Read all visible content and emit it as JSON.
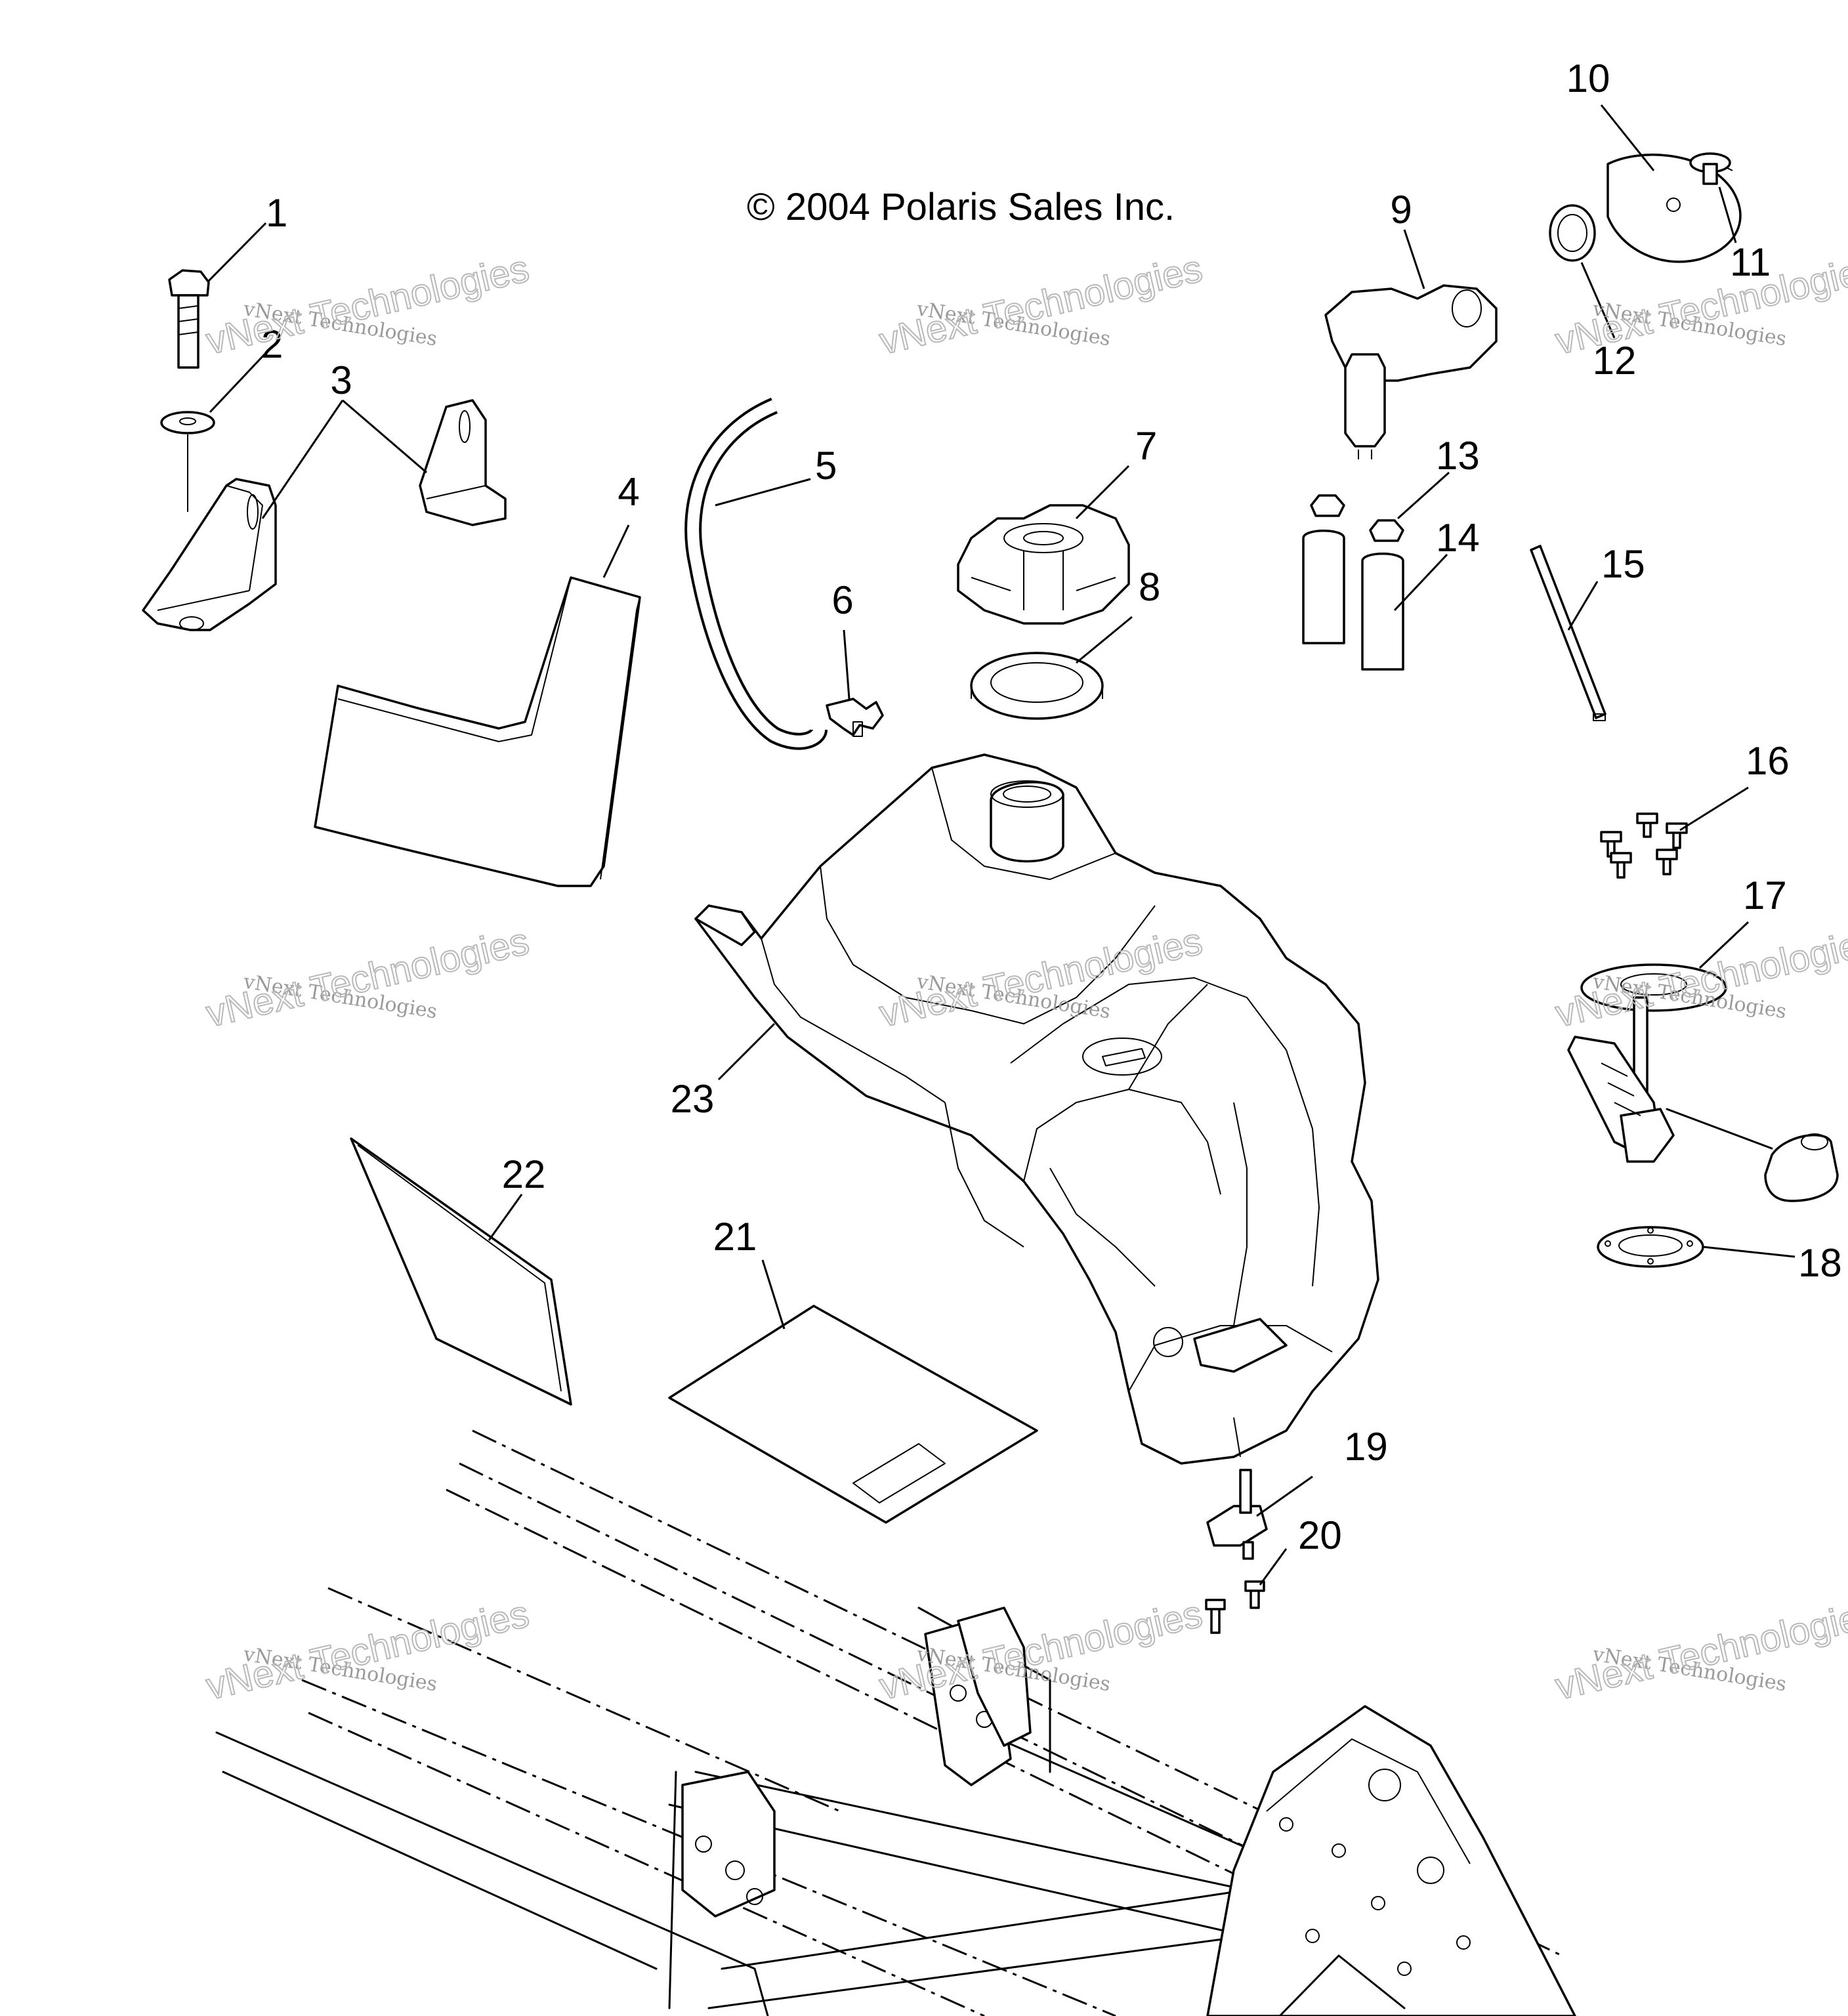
{
  "copyright": "© 2004 Polaris Sales Inc.",
  "watermark": {
    "line1": "vNext Technologies",
    "line2": "vNext Technologies"
  },
  "callouts": [
    "1",
    "2",
    "3",
    "4",
    "5",
    "6",
    "7",
    "8",
    "9",
    "10",
    "11",
    "12",
    "13",
    "14",
    "15",
    "16",
    "17",
    "18",
    "19",
    "20",
    "21",
    "22",
    "23"
  ],
  "colors": {
    "ink": "#000000",
    "watermark": "#9a9a9a",
    "background": "#ffffff"
  }
}
